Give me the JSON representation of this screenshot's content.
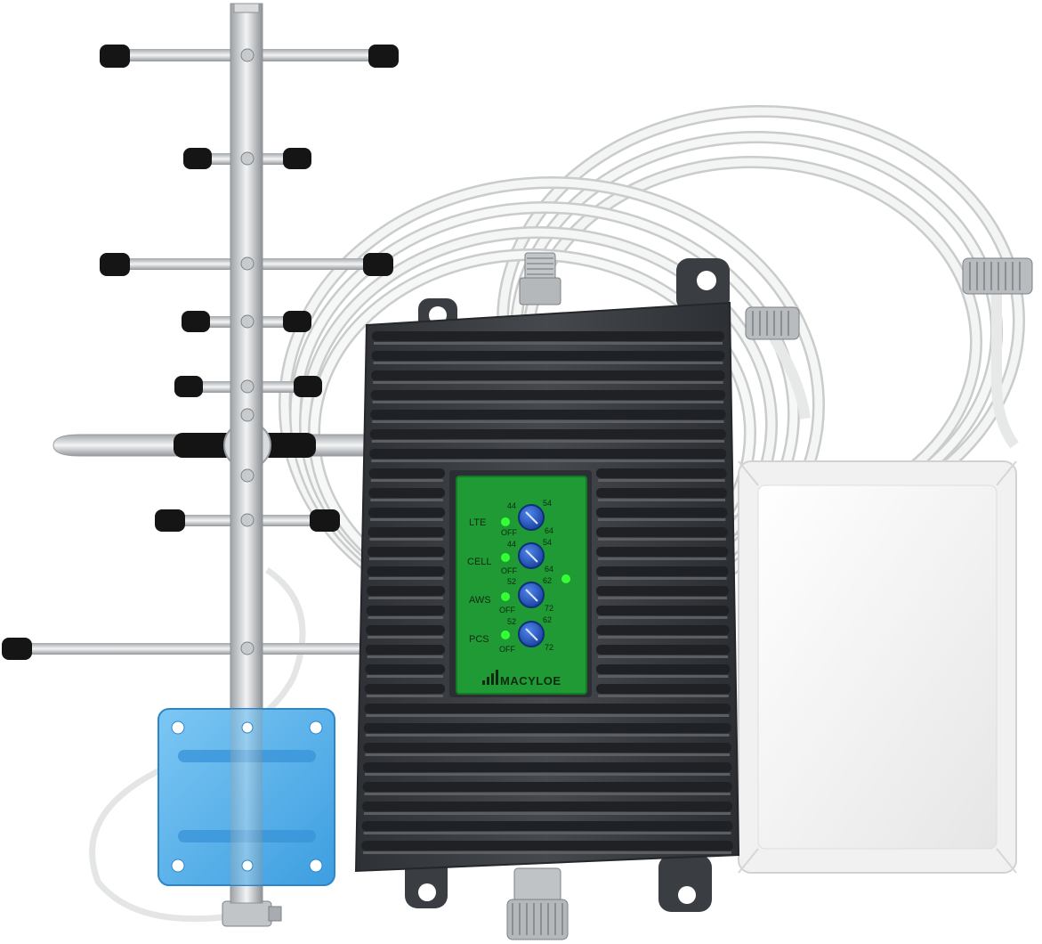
{
  "booster": {
    "bands": [
      {
        "name": "LTE",
        "min": "44",
        "max": "54",
        "high": "64",
        "off": "OFF"
      },
      {
        "name": "CELL",
        "min": "44",
        "max": "54",
        "high": "64",
        "off": "OFF"
      },
      {
        "name": "AWS",
        "min": "52",
        "max": "62",
        "high": "72",
        "off": "OFF"
      },
      {
        "name": "PCS",
        "min": "52",
        "max": "62",
        "high": "72",
        "off": "OFF"
      }
    ],
    "brand": "MACYLOE"
  },
  "colors": {
    "booster_body": "#3c3f44",
    "panel_green": "#1f9a35",
    "led_green": "#33ff33",
    "dial_blue": "#1f56c9",
    "bracket_blue": "#5ab6ee",
    "cable_white": "#eef0ef"
  }
}
